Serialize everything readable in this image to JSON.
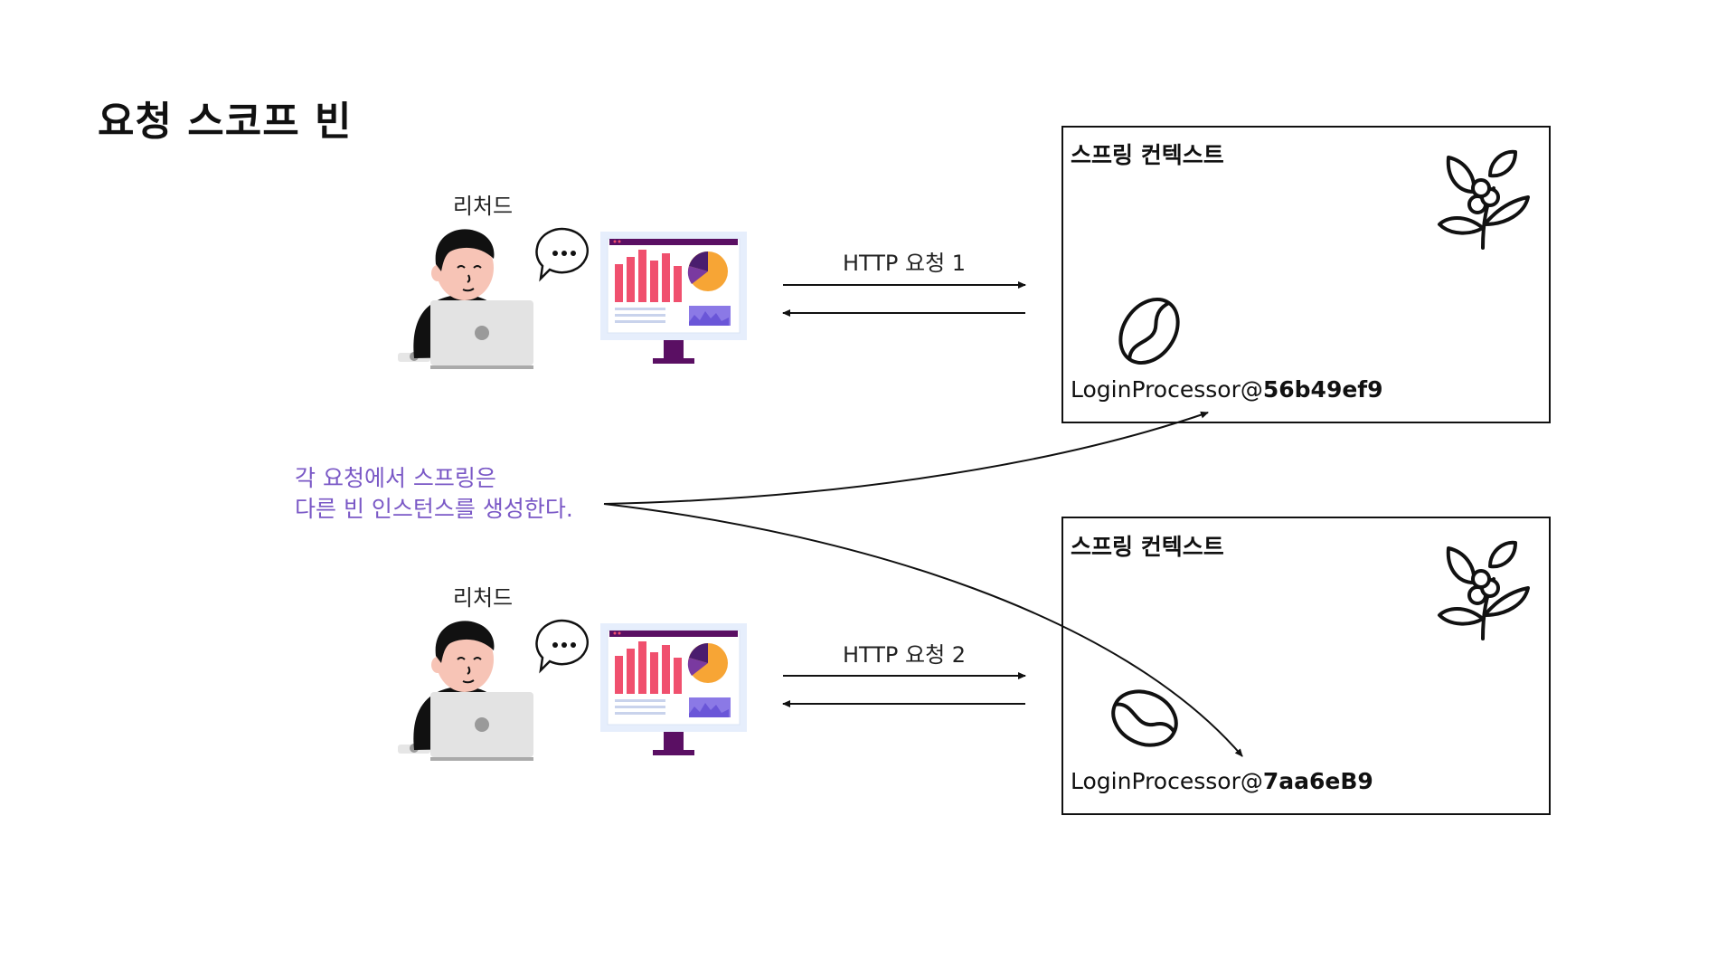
{
  "title": "요청 스코프 빈",
  "note": {
    "line1": "각 요청에서 스프링은",
    "line2": "다른 빈 인스턴스를 생성한다."
  },
  "requests": [
    {
      "user_label": "리처드",
      "http_label": "HTTP 요청 1"
    },
    {
      "user_label": "리처드",
      "http_label": "HTTP 요청 2"
    }
  ],
  "contexts": [
    {
      "title": "스프링 컨텍스트",
      "instance_prefix": "LoginProcessor@",
      "instance_id": "56b49ef9"
    },
    {
      "title": "스프링 컨텍스트",
      "instance_prefix": "LoginProcessor@",
      "instance_id": "7aa6eB9"
    }
  ],
  "colors": {
    "note": "#7a58c6",
    "bar": "#f0506e",
    "pie_orange": "#f7a535",
    "pie_purple": "#4a1d6e",
    "monitor_stand": "#5a0f63"
  },
  "icons": [
    "user-with-laptop-icon",
    "speech-bubble-icon",
    "dashboard-monitor-icon",
    "coffee-plant-icon",
    "coffee-bean-icon"
  ]
}
